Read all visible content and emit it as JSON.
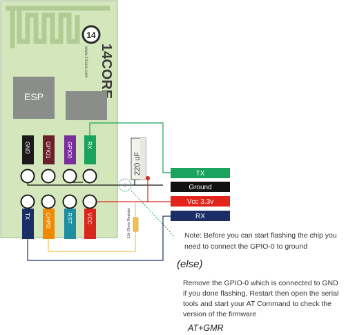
{
  "board": {
    "chip_label": "ESP",
    "brand_logo": "14CORE",
    "brand_tagline": "www.14core.com",
    "cap_label": "220 uF",
    "resistor_label": "10k Ohms Resistor",
    "colors": {
      "board": "#d4e6bc",
      "wire_tx": "#1aa35c",
      "wire_vcc": "#d9271e",
      "wire_rx": "#1a2e6b",
      "wire_gnd": "#111111",
      "wire_chpd": "#f3c24c"
    }
  },
  "top_pins": [
    {
      "label": "GND",
      "color": "#1a1a1a"
    },
    {
      "label": "GPIO1",
      "color": "#6b1f2a"
    },
    {
      "label": "GPIO0",
      "color": "#7a2e9e"
    },
    {
      "label": "RX",
      "color": "#1aa35c"
    }
  ],
  "bottom_pins": [
    {
      "label": "TX",
      "color": "#1b2f66"
    },
    {
      "label": "CHPD",
      "color": "#f28a00"
    },
    {
      "label": "RST",
      "color": "#1e8fa0"
    },
    {
      "label": "VCC",
      "color": "#d9271e"
    }
  ],
  "signals": [
    {
      "label": "TX",
      "color": "#1aa35c"
    },
    {
      "label": "Ground",
      "color": "#111111"
    },
    {
      "label": "Vcc 3.3v",
      "color": "#e3241b"
    },
    {
      "label": "RX",
      "color": "#1b2f66"
    }
  ],
  "notes": {
    "note1": "Note: Before you can start flashing the chip you need to connect the GPIO-0 to ground",
    "else_label": "(else)",
    "note2": "Remove the GPIO-0 which is connected to GND if you done  flashing, Restart then open the serial tools and start your AT Command to check the version of the firmware",
    "at_command": "AT+GMR"
  }
}
